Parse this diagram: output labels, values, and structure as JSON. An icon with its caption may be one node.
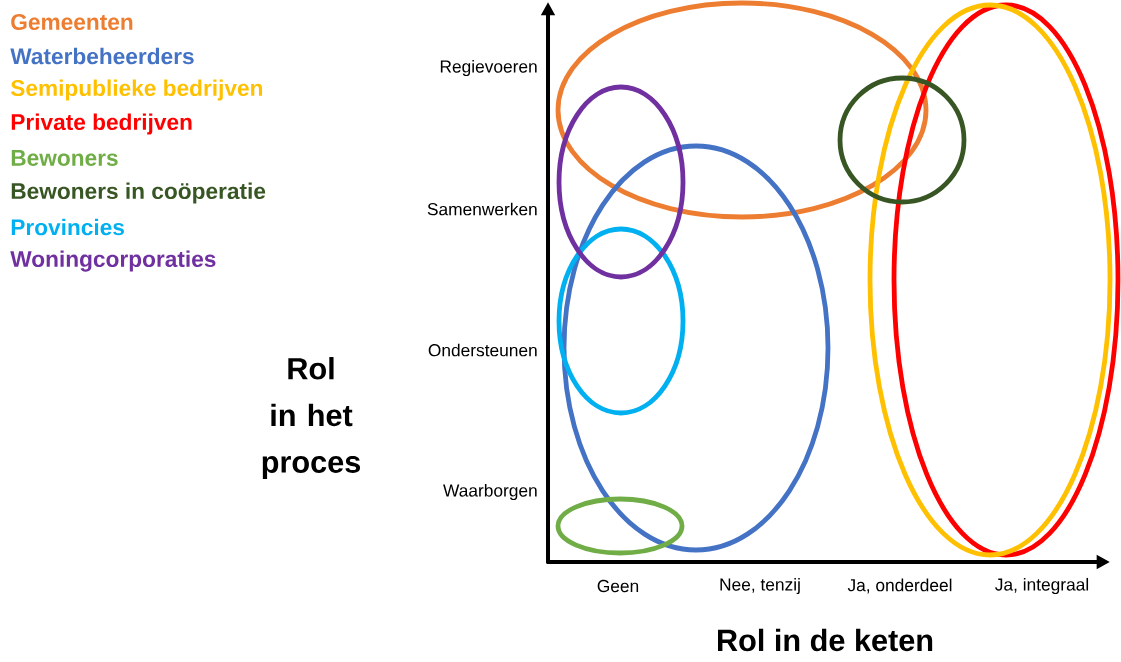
{
  "diagram": {
    "labels": [
      "Regievoeren",
      "Samenwerken",
      "Ondersteunen",
      "Waarborgen",
      "Rol in het proces",
      "Geen",
      "Nee, tenzij",
      "Ja, onderdeel",
      "Ja, integraal",
      "Rol in de keten"
    ],
    "legend": [
      {
        "text": "Gemeenten",
        "color": "#ed7d31"
      },
      {
        "text": "Waterbeheerders",
        "color": "#4472c4"
      },
      {
        "text": "Semipublieke bedrijven",
        "color": "#ffc000"
      },
      {
        "text": "Private bedrijven",
        "color": "#ff0000"
      },
      {
        "text": "Bewoners",
        "color": "#70ad47"
      },
      {
        "text": "Bewoners in coöperatie",
        "color": "#375623"
      },
      {
        "text": "Provincies",
        "color": "#00b0f0"
      },
      {
        "text": "Woningcorporaties",
        "color": "#7030a0"
      }
    ]
  }
}
